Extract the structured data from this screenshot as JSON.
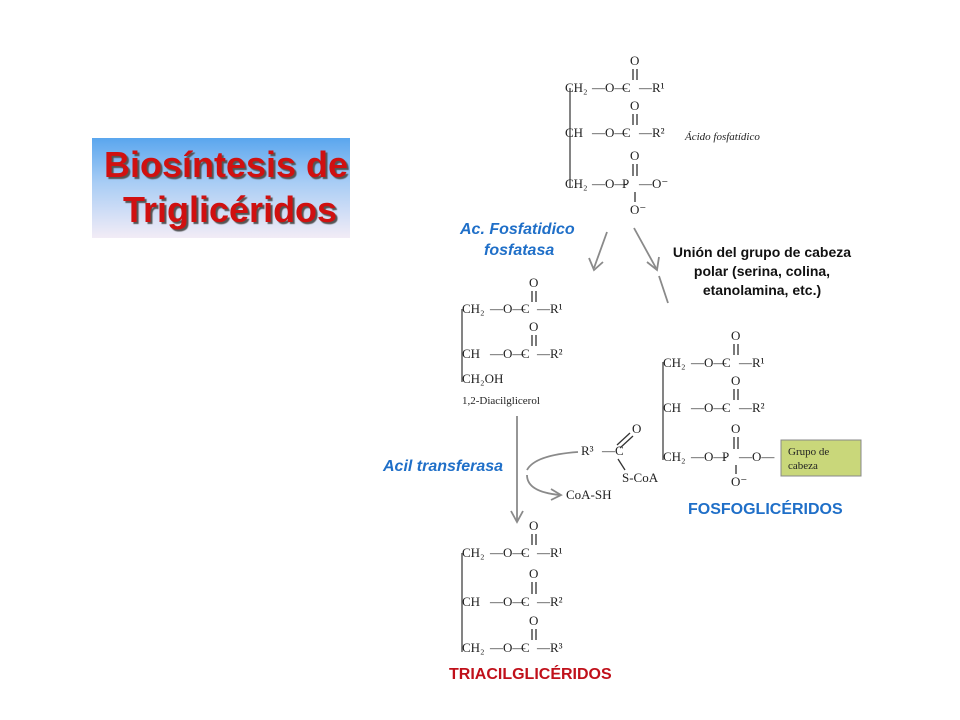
{
  "title": {
    "line1": "Biosíntesis de",
    "line2": "Triglicéridos"
  },
  "enzymes": {
    "phosphatase_line1": "Ac. Fosfatidico",
    "phosphatase_line2": "fosfatasa",
    "acyltransferase": "Acil transferasa"
  },
  "note": "Unión del grupo de cabeza polar (serina, colina, etanolamina, etc.)",
  "products": {
    "phosphoglycerides": "FOSFOGLICÉRIDOS",
    "triacylglycerides": "TRIACILGLICÉRIDOS"
  },
  "structures": {
    "phosphatidic_acid": {
      "name": "Ácido fosfatídico"
    },
    "diacylglycerol": {
      "name": "1,2-Diacilglicerol",
      "row3": "CH₂OH"
    },
    "acyl_coa": {
      "r": "R³",
      "s": "S-CoA",
      "coash": "CoA-SH"
    },
    "head_group": {
      "line1": "Grupo de",
      "line2": "cabeza",
      "color": "#c9d77a"
    }
  },
  "colors": {
    "title_text": "#d01010",
    "label_blue": "#1f6fc8",
    "product_red": "#c0101a"
  }
}
